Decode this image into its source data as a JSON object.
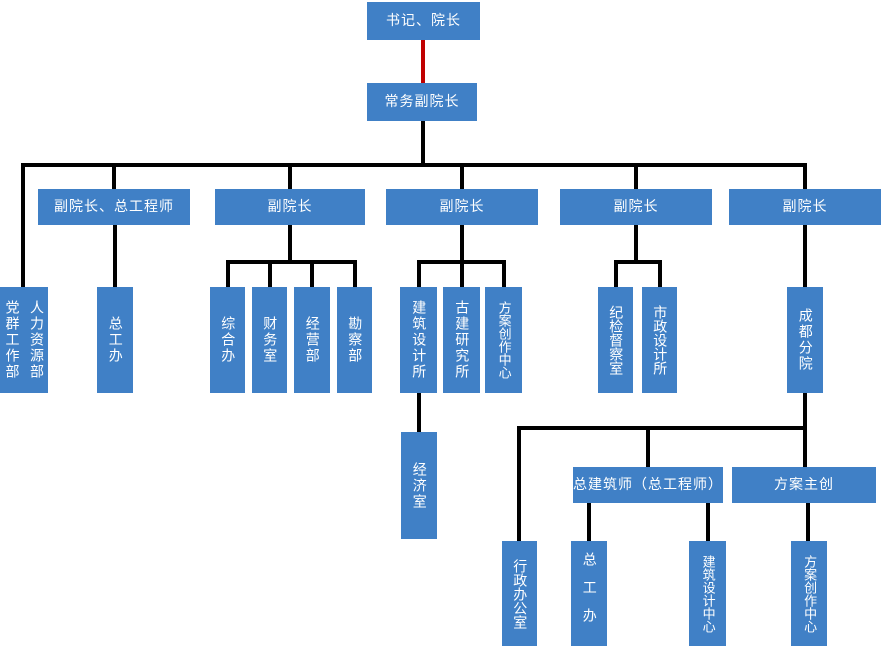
{
  "diagram": {
    "kind": "organization-chart",
    "colors": {
      "node_fill": "#4080C6",
      "node_text": "#FFFFFF",
      "connector": "#000000",
      "root_connector": "#C00000"
    }
  },
  "nodes": {
    "root": "书记、院长",
    "exec": "常务副院长",
    "vp_chief_engineer": "副院长、总工程师",
    "vp2": "副院长",
    "vp3": "副院长",
    "vp4": "副院长",
    "vp5": "副院长",
    "party_mass_dept": "党群工作部",
    "hr_dept": "人力资源部",
    "chief_engineer_office": "总工办",
    "general_office": "综合办",
    "finance_office": "财务室",
    "operations_dept": "经营部",
    "survey_dept": "勘察部",
    "arch_design_institute": "建筑设计所",
    "ancient_arch_institute": "古建研究所",
    "scheme_creation_center": "方案创作中心",
    "discipline_inspection_office": "纪检督察室",
    "municipal_design_institute": "市政设计所",
    "chengdu_branch": "成都分院",
    "economy_office": "经济室",
    "chief_architect": "总建筑师（总工程师）",
    "scheme_lead": "方案主创",
    "admin_office": "行政办公室",
    "chief_engineer_office_branch": "总工办",
    "arch_design_center": "建筑设计中心",
    "scheme_creation_center_branch": "方案创作中心"
  },
  "edges": [
    {
      "from": "书记、院长",
      "to": "常务副院长",
      "style": "red"
    },
    {
      "from": "常务副院长",
      "to": "党群工作部 / 人力资源部"
    },
    {
      "from": "常务副院长",
      "to": "副院长、总工程师"
    },
    {
      "from": "常务副院长",
      "to": "副院长 (2)"
    },
    {
      "from": "常务副院长",
      "to": "副院长 (3)"
    },
    {
      "from": "常务副院长",
      "to": "副院长 (4)"
    },
    {
      "from": "常务副院长",
      "to": "副院长 (5)"
    },
    {
      "from": "副院长、总工程师",
      "to": "总工办"
    },
    {
      "from": "副院长 (2)",
      "to": "综合办"
    },
    {
      "from": "副院长 (2)",
      "to": "财务室"
    },
    {
      "from": "副院长 (2)",
      "to": "经营部"
    },
    {
      "from": "副院长 (2)",
      "to": "勘察部"
    },
    {
      "from": "副院长 (3)",
      "to": "建筑设计所"
    },
    {
      "from": "副院长 (3)",
      "to": "古建研究所"
    },
    {
      "from": "副院长 (3)",
      "to": "方案创作中心"
    },
    {
      "from": "建筑设计所",
      "to": "经济室"
    },
    {
      "from": "副院长 (4)",
      "to": "纪检督察室"
    },
    {
      "from": "副院长 (4)",
      "to": "市政设计所"
    },
    {
      "from": "副院长 (5)",
      "to": "成都分院"
    },
    {
      "from": "成都分院",
      "to": "行政办公室"
    },
    {
      "from": "成都分院",
      "to": "总建筑师（总工程师）"
    },
    {
      "from": "成都分院",
      "to": "方案主创"
    },
    {
      "from": "总建筑师（总工程师）",
      "to": "总工办 (成都)"
    },
    {
      "from": "总建筑师（总工程师）",
      "to": "建筑设计中心"
    },
    {
      "from": "方案主创",
      "to": "方案创作中心 (成都)"
    }
  ]
}
